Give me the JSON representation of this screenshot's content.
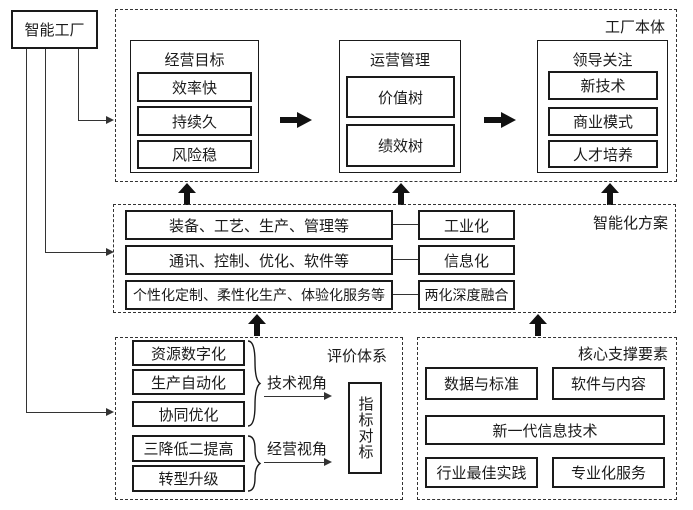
{
  "root": {
    "label": "智能工厂"
  },
  "factory": {
    "title": "工厂本体",
    "groups": [
      {
        "title": "经营目标",
        "items": [
          "效率快",
          "持续久",
          "风险稳"
        ]
      },
      {
        "title": "运营管理",
        "items": [
          "价值树",
          "绩效树"
        ]
      },
      {
        "title": "领导关注",
        "items": [
          "新技术",
          "商业模式",
          "人才培养"
        ]
      }
    ]
  },
  "solution": {
    "title": "智能化方案",
    "rows": [
      {
        "left": "装备、工艺、生产、管理等",
        "right": "工业化"
      },
      {
        "left": "通讯、控制、优化、软件等",
        "right": "信息化"
      },
      {
        "left": "个性化定制、柔性化生产、体验化服务等",
        "right": "两化深度融合"
      }
    ]
  },
  "evaluation": {
    "title": "评价体系",
    "tech_items": [
      "资源数字化",
      "生产自动化",
      "协同优化"
    ],
    "biz_items": [
      "三降低二提高",
      "转型升级"
    ],
    "tech_label": "技术视角",
    "biz_label": "经营视角",
    "target_label": "指标对标"
  },
  "support": {
    "title": "核心支撑要素",
    "row1": [
      "数据与标准",
      "软件与内容"
    ],
    "row2": "新一代信息技术",
    "row3": [
      "行业最佳实践",
      "专业化服务"
    ]
  },
  "colors": {
    "ink": "#1a1a1a"
  }
}
